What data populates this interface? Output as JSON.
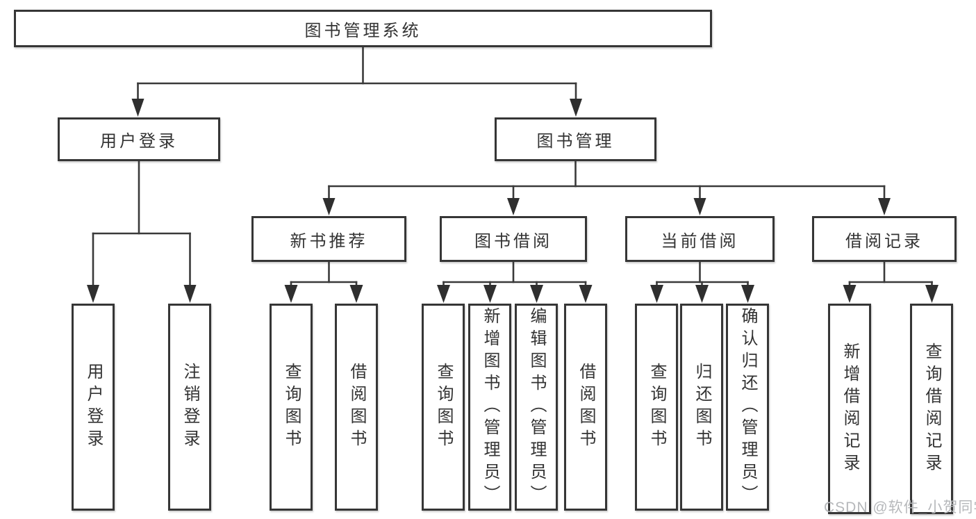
{
  "colors": {
    "line": "#3a3a3a",
    "box_border": "#363636",
    "text": "#333333",
    "background": "#ffffff",
    "watermark": "#b6b8bb"
  },
  "diagram": {
    "root": {
      "label": "图书管理系统"
    },
    "branches": [
      {
        "label": "用户登录",
        "children": [
          {
            "label": "用户登录"
          },
          {
            "label": "注销登录"
          }
        ]
      },
      {
        "label": "图书管理",
        "sections": [
          {
            "label": "新书推荐",
            "children": [
              {
                "label": "查询图书"
              },
              {
                "label": "借阅图书"
              }
            ]
          },
          {
            "label": "图书借阅",
            "children": [
              {
                "label": "查询图书"
              },
              {
                "label": "新增图书（管理员）"
              },
              {
                "label": "编辑图书（管理员）"
              },
              {
                "label": "借阅图书"
              }
            ]
          },
          {
            "label": "当前借阅",
            "children": [
              {
                "label": "查询图书"
              },
              {
                "label": "归还图书"
              },
              {
                "label": "确认归还（管理员）"
              }
            ]
          },
          {
            "label": "借阅记录",
            "children": [
              {
                "label": "新增借阅记录"
              },
              {
                "label": "查询借阅记录"
              }
            ]
          }
        ]
      }
    ]
  },
  "watermark": {
    "text": "CSDN @软件_小贺同学"
  }
}
